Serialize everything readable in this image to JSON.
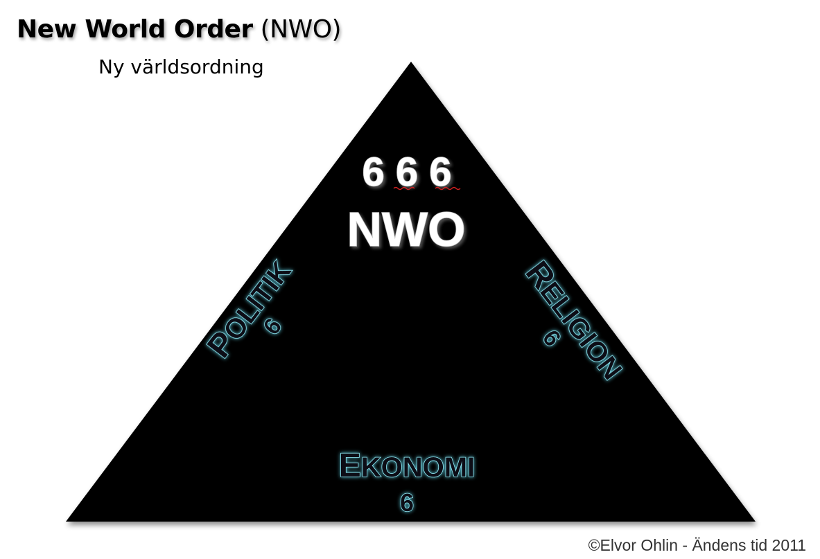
{
  "header": {
    "title_main": "New World Order",
    "title_abbr": "(NWO)",
    "subtitle": "Ny världsordning"
  },
  "pyramid": {
    "top_number": "6 6 6",
    "center_label": "NWO",
    "left_side": {
      "label": "Politik",
      "number": "6"
    },
    "right_side": {
      "label": "Religion",
      "number": "6"
    },
    "bottom_side": {
      "label": "Ekonomi",
      "number": "6"
    }
  },
  "footer": {
    "copyright": "©Elvor Ohlin - Ändens tid 2011"
  },
  "colors": {
    "triangle_fill": "#000000",
    "side_text_glow": "#8fe6f2",
    "center_text": "#ffffff"
  }
}
